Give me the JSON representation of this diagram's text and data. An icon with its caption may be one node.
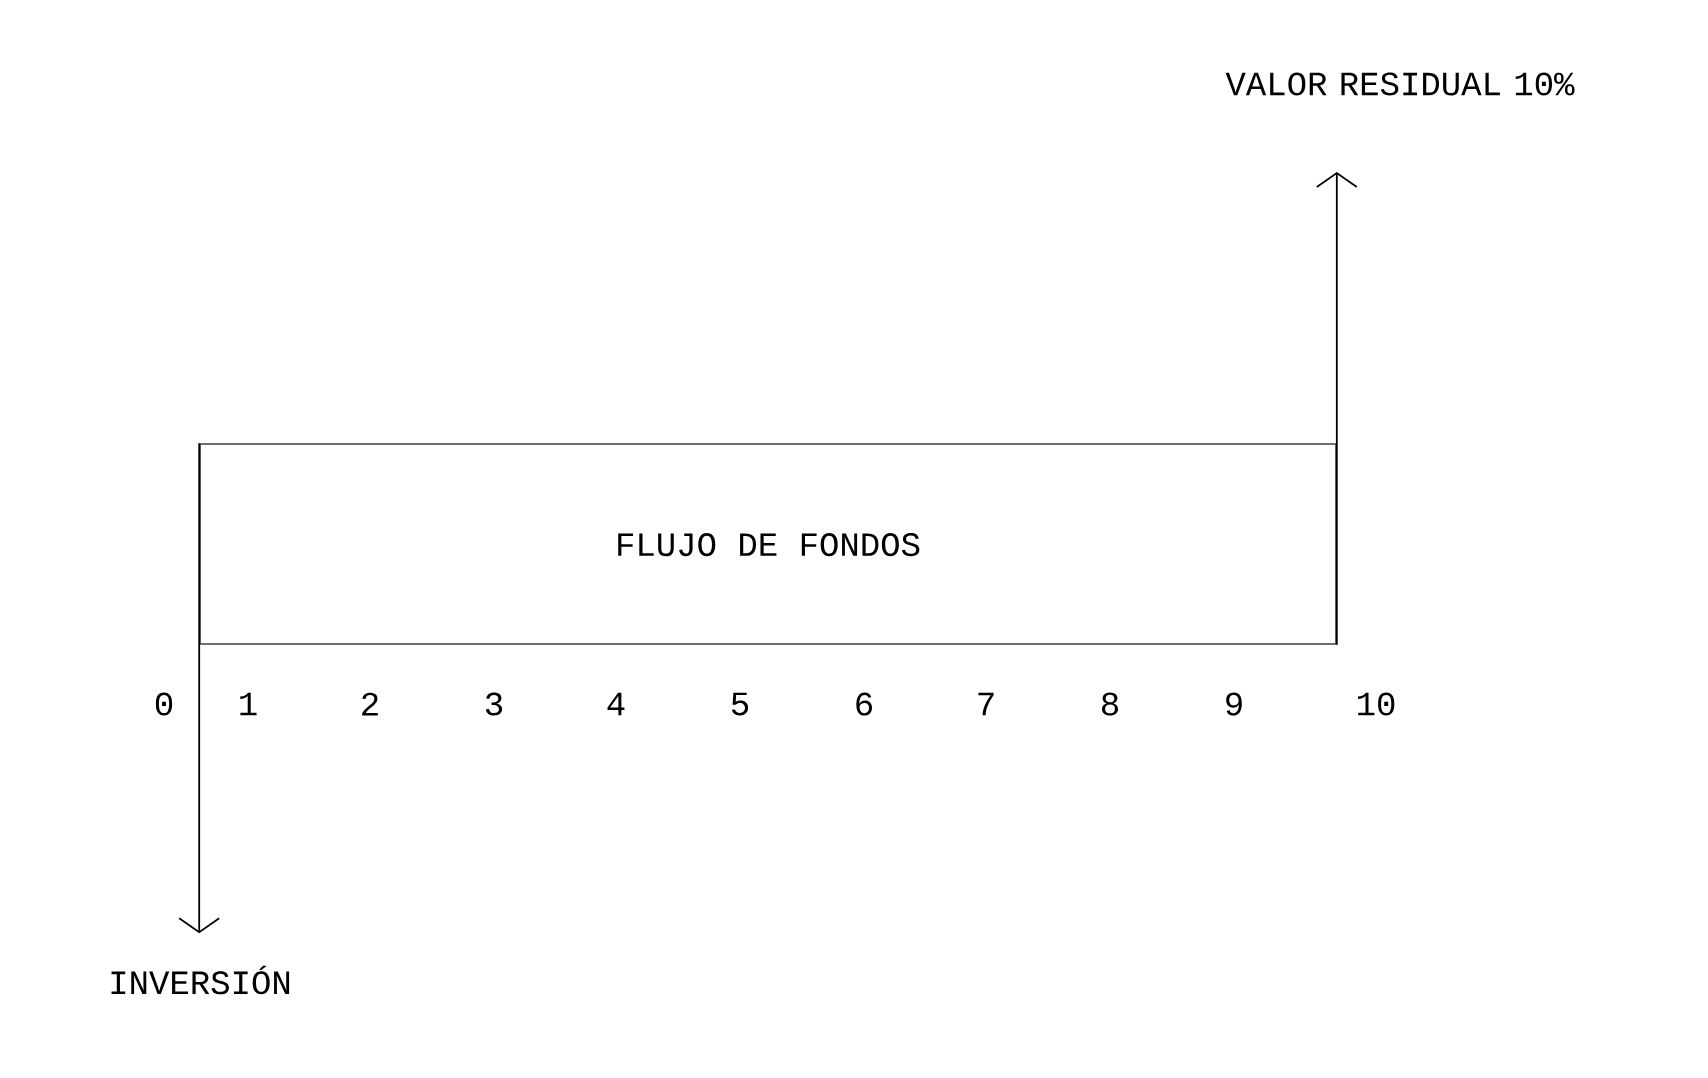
{
  "diagram": {
    "nodes": [
      {
        "text": [
          "FLUJO DE FONDOS"
        ]
      },
      {
        "text": [
          "VALOR RESIDUAL 10%"
        ]
      },
      {
        "text": [
          "INVERSIÓN"
        ]
      }
    ],
    "edges": [
      {
        "from": 0,
        "to": 1,
        "arrow": "to"
      },
      {
        "from": 0,
        "to": 2,
        "arrow": "to"
      }
    ],
    "labels": [
      "0",
      "1",
      "2",
      "3",
      "4",
      "5",
      "6",
      "7",
      "8",
      "9",
      "10"
    ]
  }
}
